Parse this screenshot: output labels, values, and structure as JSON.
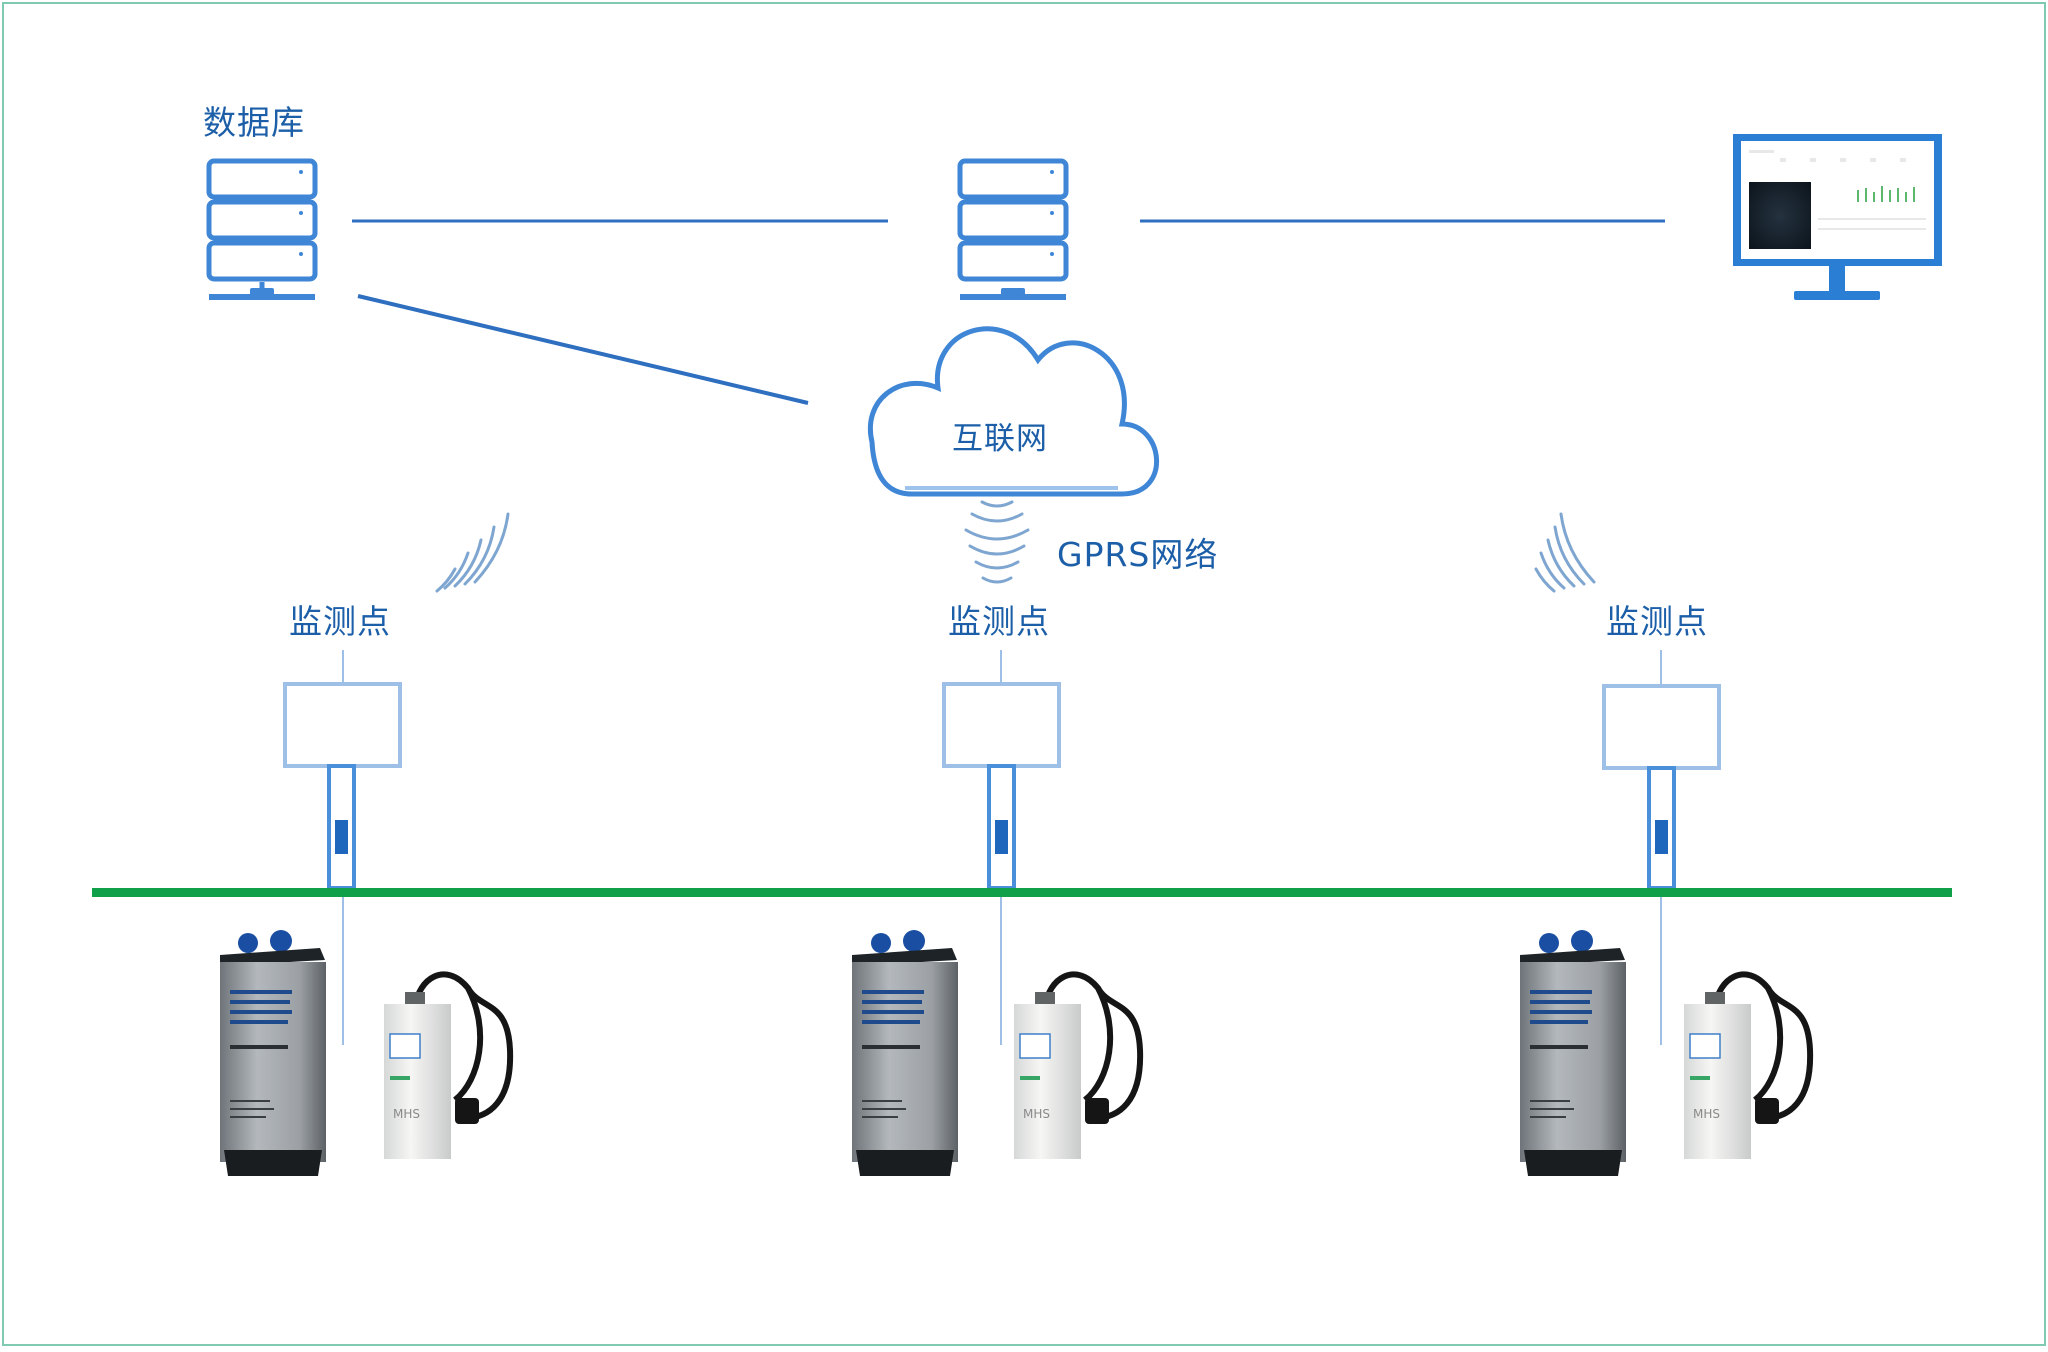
{
  "diagram": {
    "database_label": "数据库",
    "internet_label": "互联网",
    "network_label": "GPRS网络",
    "monitoring_points": [
      {
        "label": "监测点"
      },
      {
        "label": "监测点"
      },
      {
        "label": "监测点"
      }
    ],
    "device_badge_text": "MHS",
    "colors": {
      "frame": "#7fcab0",
      "accent_blue": "#1c5fa8",
      "icon_blue": "#3f86d6",
      "pipeline_green": "#10a04a",
      "wire_blue": "#2f6fc0"
    },
    "icons": [
      "server-icon",
      "cloud-icon",
      "monitor-icon",
      "wifi-signal-icon",
      "test-pile-icon",
      "collector-device-icon",
      "sensor-probe-icon"
    ]
  }
}
